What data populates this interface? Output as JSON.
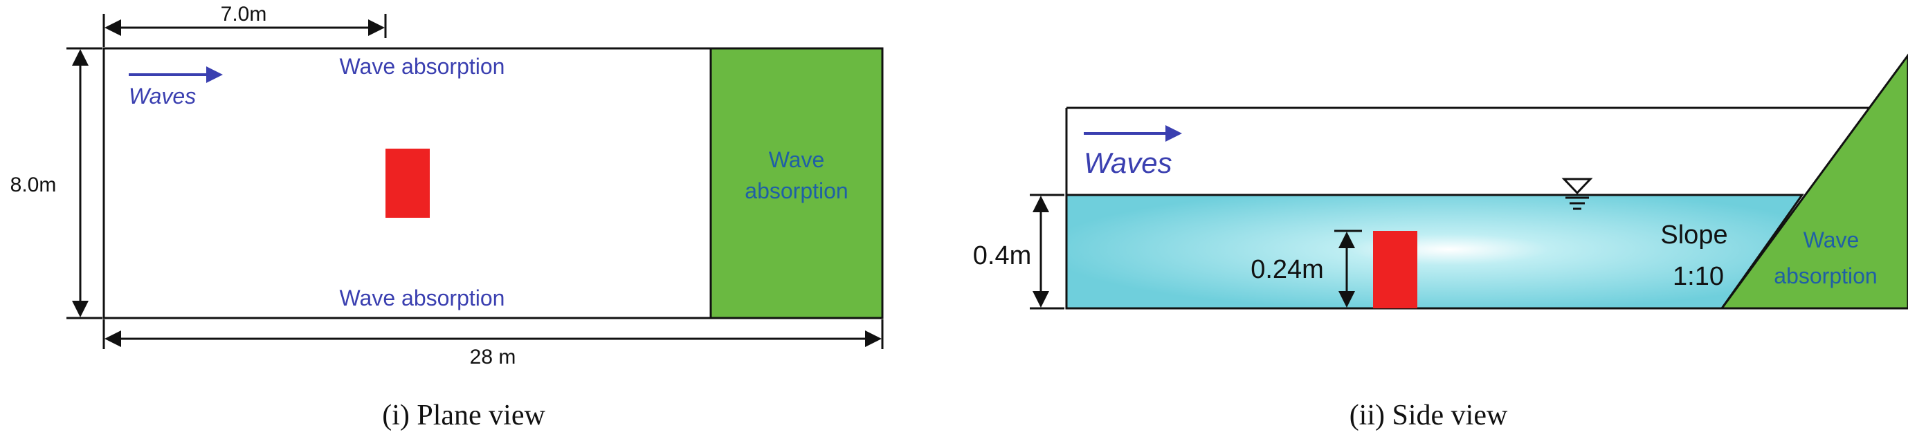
{
  "plane": {
    "dim_top": "7.0m",
    "dim_left": "8.0m",
    "dim_bottom": "28 m",
    "waves": "Waves",
    "absorption_top": "Wave absorption",
    "absorption_bottom": "Wave absorption",
    "absorption_right_line1": "Wave",
    "absorption_right_line2": "absorption",
    "caption": "(i) Plane view"
  },
  "side": {
    "waves": "Waves",
    "depth": "0.4m",
    "height": "0.24m",
    "slope_line1": "Slope",
    "slope_line2": "1:10",
    "absorption_line1": "Wave",
    "absorption_line2": "absorption",
    "caption": "(ii) Side view"
  },
  "colors": {
    "wave_text": "#3a3fb0",
    "absorber_green": "#6ab941",
    "absorber_text": "#1f5fa6",
    "model_red": "#ee2222",
    "water": "#6fcfdc"
  }
}
